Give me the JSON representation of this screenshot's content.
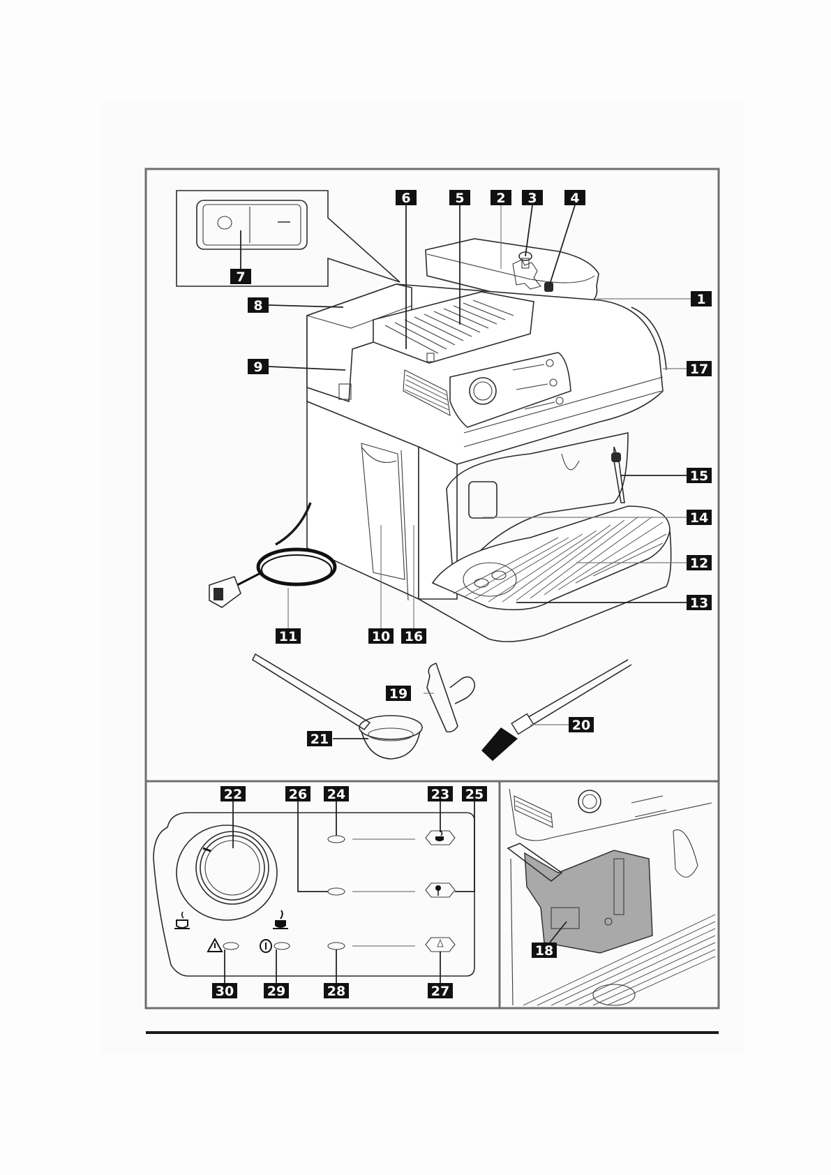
{
  "document": {
    "type": "appliance parts diagram",
    "subject": "automatic espresso coffee machine"
  },
  "power_switch_inset": {
    "symbols": [
      "O",
      "—"
    ]
  },
  "callouts": [
    {
      "id": "1",
      "label": "1",
      "part": "bean-hopper-lid"
    },
    {
      "id": "2",
      "label": "2",
      "part": "bean-hopper"
    },
    {
      "id": "3",
      "label": "3",
      "part": "grind-adjustment-knob"
    },
    {
      "id": "4",
      "label": "4",
      "part": "grind-setting-key"
    },
    {
      "id": "5",
      "label": "5",
      "part": "cup-warmer-grid"
    },
    {
      "id": "6",
      "label": "6",
      "part": "cup-warmer-tray"
    },
    {
      "id": "7",
      "label": "7",
      "part": "main-power-switch"
    },
    {
      "id": "8",
      "label": "8",
      "part": "water-tank-lid"
    },
    {
      "id": "9",
      "label": "9",
      "part": "water-tank"
    },
    {
      "id": "10",
      "label": "10",
      "part": "grounds-drawer"
    },
    {
      "id": "11",
      "label": "11",
      "part": "power-cord"
    },
    {
      "id": "12",
      "label": "12",
      "part": "drip-tray-grid"
    },
    {
      "id": "13",
      "label": "13",
      "part": "drip-tray"
    },
    {
      "id": "14",
      "label": "14",
      "part": "coffee-dispenser"
    },
    {
      "id": "15",
      "label": "15",
      "part": "steam-hot-water-wand"
    },
    {
      "id": "16",
      "label": "16",
      "part": "service-door"
    },
    {
      "id": "17",
      "label": "17",
      "part": "side-panel"
    },
    {
      "id": "18",
      "label": "18",
      "part": "brew-group"
    },
    {
      "id": "19",
      "label": "19",
      "part": "pre-ground-funnel"
    },
    {
      "id": "20",
      "label": "20",
      "part": "cleaning-brush"
    },
    {
      "id": "21",
      "label": "21",
      "part": "measuring-scoop"
    },
    {
      "id": "22",
      "label": "22",
      "part": "selector-knob"
    },
    {
      "id": "23",
      "label": "23",
      "part": "coffee-button"
    },
    {
      "id": "24",
      "label": "24",
      "part": "coffee-indicator-light"
    },
    {
      "id": "25",
      "label": "25",
      "part": "steam-button"
    },
    {
      "id": "26",
      "label": "26",
      "part": "steam-indicator-light"
    },
    {
      "id": "27",
      "label": "27",
      "part": "hot-water-button"
    },
    {
      "id": "28",
      "label": "28",
      "part": "hot-water-indicator-light"
    },
    {
      "id": "29",
      "label": "29",
      "part": "power-on-light"
    },
    {
      "id": "30",
      "label": "30",
      "part": "alarm-light"
    }
  ],
  "control_panel_detail": {
    "knob_symbols": [
      "mild-coffee-icon",
      "strong-coffee-icon"
    ],
    "status_symbols": [
      "warning-triangle-icon",
      "power-icon"
    ]
  },
  "colors": {
    "badge_bg": "#111111",
    "badge_text": "#ffffff",
    "frame": "#6f6f6f",
    "line_art": "#2b2b2b",
    "brew_group_fill": "#a9a9a9"
  }
}
